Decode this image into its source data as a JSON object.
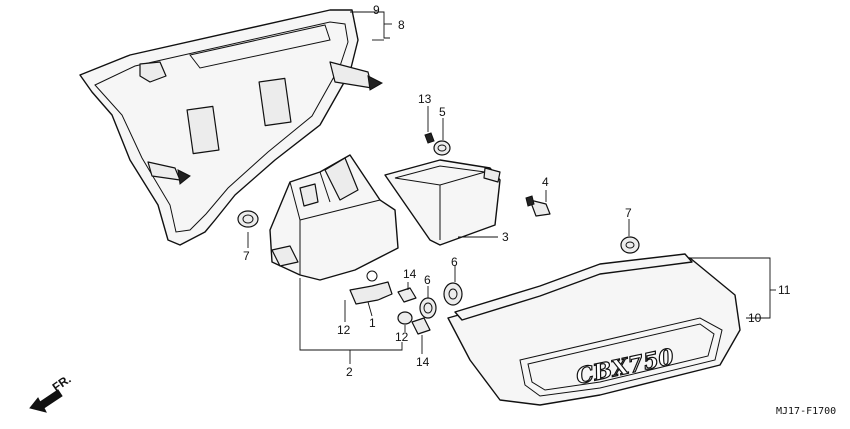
{
  "labels": {
    "n1": "1",
    "n2": "2",
    "n3": "3",
    "n4": "4",
    "n5": "5",
    "n6a": "6",
    "n6b": "6",
    "n7a": "7",
    "n7b": "7",
    "n8": "8",
    "n9": "9",
    "n10": "10",
    "n11": "11",
    "n12a": "12",
    "n12b": "12",
    "n13": "13",
    "n14a": "14",
    "n14b": "14"
  },
  "emblem_text": "CBX750",
  "front_indicator": "FR.",
  "diagram_code": "MJ17-F1700",
  "icons": {
    "front_arrow": "arrow-down-left-icon"
  }
}
